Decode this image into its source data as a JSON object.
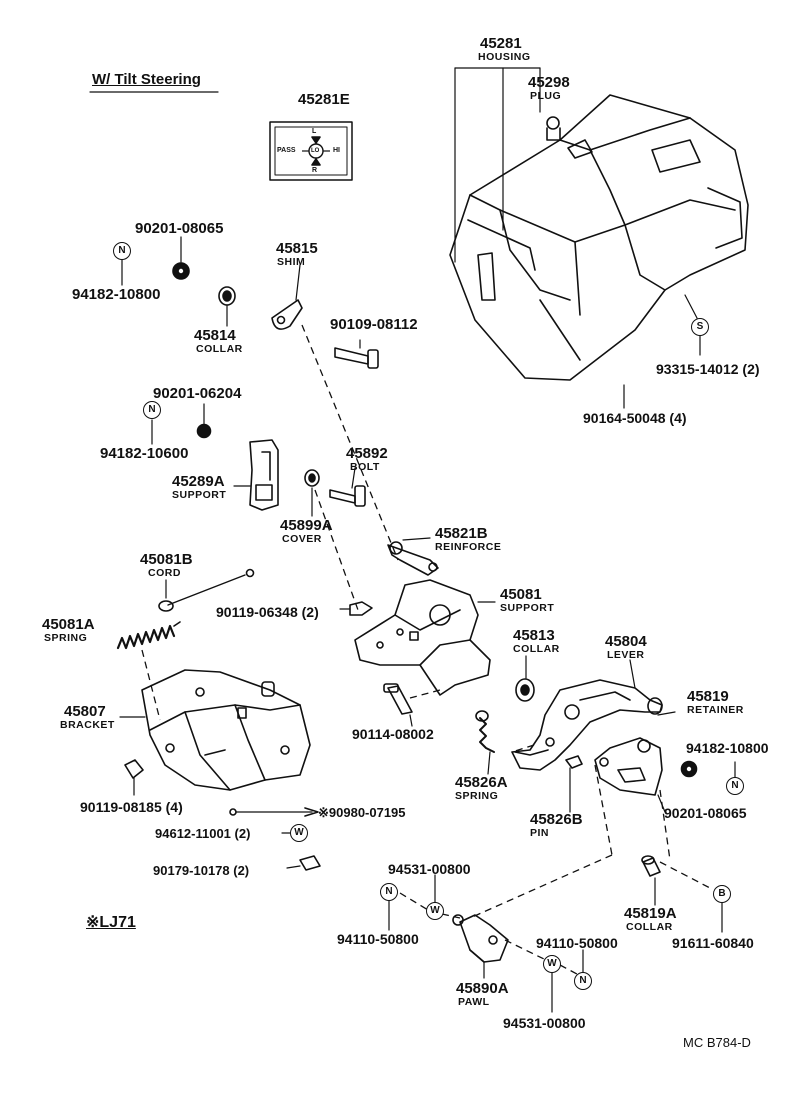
{
  "header": {
    "title": "W/ Tilt Steering"
  },
  "footnote": {
    "text": "※LJ71"
  },
  "reference": {
    "code": "MC  B784-D"
  },
  "indicator_plate": {
    "top": "L",
    "left": "PASS",
    "center": "LO",
    "right": "HI",
    "bottom": "R"
  },
  "parts": [
    {
      "id": "45281",
      "number": "45281",
      "name": "HOUSING"
    },
    {
      "id": "45298",
      "number": "45298",
      "name": "PLUG"
    },
    {
      "id": "45281E",
      "number": "45281E",
      "name": ""
    },
    {
      "id": "90201a",
      "number": "90201-08065",
      "name": ""
    },
    {
      "id": "94182a",
      "number": "94182-10800",
      "name": ""
    },
    {
      "id": "45815",
      "number": "45815",
      "name": "SHIM"
    },
    {
      "id": "45814",
      "number": "45814",
      "name": "COLLAR"
    },
    {
      "id": "90109",
      "number": "90109-08112",
      "name": ""
    },
    {
      "id": "90201b",
      "number": "90201-06204",
      "name": ""
    },
    {
      "id": "94182b",
      "number": "94182-10600",
      "name": ""
    },
    {
      "id": "45892",
      "number": "45892",
      "name": "BOLT"
    },
    {
      "id": "45289A",
      "number": "45289A",
      "name": "SUPPORT"
    },
    {
      "id": "45899A",
      "number": "45899A",
      "name": "COVER"
    },
    {
      "id": "45821B",
      "number": "45821B",
      "name": "REINFORCE"
    },
    {
      "id": "93315",
      "number": "93315-14012 (2)",
      "name": ""
    },
    {
      "id": "90164",
      "number": "90164-50048 (4)",
      "name": ""
    },
    {
      "id": "45081B",
      "number": "45081B",
      "name": "CORD"
    },
    {
      "id": "45081A",
      "number": "45081A",
      "name": "SPRING"
    },
    {
      "id": "90119a",
      "number": "90119-06348 (2)",
      "name": ""
    },
    {
      "id": "45081",
      "number": "45081",
      "name": "SUPPORT"
    },
    {
      "id": "45813",
      "number": "45813",
      "name": "COLLAR"
    },
    {
      "id": "45804",
      "number": "45804",
      "name": "LEVER"
    },
    {
      "id": "45807",
      "number": "45807",
      "name": "BRACKET"
    },
    {
      "id": "45819",
      "number": "45819",
      "name": "RETAINER"
    },
    {
      "id": "90114",
      "number": "90114-08002",
      "name": ""
    },
    {
      "id": "94182c",
      "number": "94182-10800",
      "name": ""
    },
    {
      "id": "45826A",
      "number": "45826A",
      "name": "SPRING"
    },
    {
      "id": "90119b",
      "number": "90119-08185 (4)",
      "name": ""
    },
    {
      "id": "45826B",
      "number": "45826B",
      "name": "PIN"
    },
    {
      "id": "90201c",
      "number": "90201-08065",
      "name": ""
    },
    {
      "id": "94612",
      "number": "94612-11001 (2)",
      "name": ""
    },
    {
      "id": "90980",
      "number": "※90980-07195",
      "name": ""
    },
    {
      "id": "90179",
      "number": "90179-10178 (2)",
      "name": ""
    },
    {
      "id": "94531a",
      "number": "94531-00800",
      "name": ""
    },
    {
      "id": "45819A",
      "number": "45819A",
      "name": "COLLAR"
    },
    {
      "id": "94110a",
      "number": "94110-50800",
      "name": ""
    },
    {
      "id": "94110b",
      "number": "94110-50800",
      "name": ""
    },
    {
      "id": "91611",
      "number": "91611-60840",
      "name": ""
    },
    {
      "id": "45890A",
      "number": "45890A",
      "name": "PAWL"
    },
    {
      "id": "94531b",
      "number": "94531-00800",
      "name": ""
    }
  ],
  "symbols": [
    {
      "id": "n1",
      "letter": "N"
    },
    {
      "id": "n2",
      "letter": "N"
    },
    {
      "id": "s1",
      "letter": "S"
    },
    {
      "id": "n3",
      "letter": "N"
    },
    {
      "id": "w1",
      "letter": "W"
    },
    {
      "id": "n4",
      "letter": "N"
    },
    {
      "id": "w2",
      "letter": "W"
    },
    {
      "id": "b1",
      "letter": "B"
    },
    {
      "id": "n5",
      "letter": "N"
    },
    {
      "id": "w3",
      "letter": "W"
    }
  ]
}
